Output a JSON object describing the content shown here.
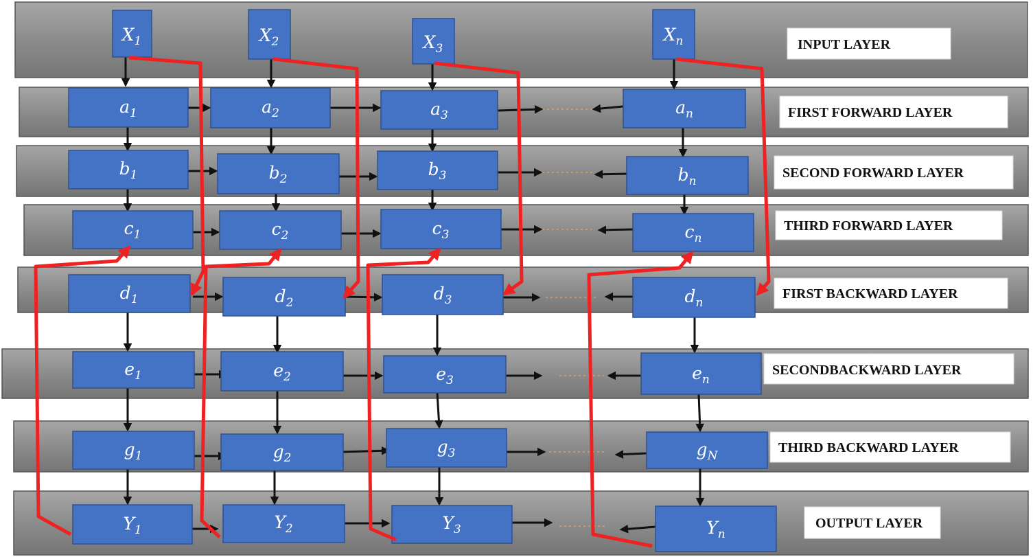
{
  "colors": {
    "node_fill": "#4472c4",
    "band_fill": "#8c8c8c",
    "forward_path": "#ee2222",
    "arrow": "#111111"
  },
  "layers": [
    "INPUT LAYER",
    "FIRST FORWARD LAYER",
    "SECOND FORWARD LAYER",
    "THIRD  FORWARD LAYER",
    "FIRST BACKWARD LAYER",
    "SECONDBACKWARD LAYER",
    "THIRD BACKWARD  LAYER",
    "OUTPUT LAYER"
  ],
  "nodes": {
    "input": [
      {
        "base": "X",
        "sub": "1"
      },
      {
        "base": "X",
        "sub": "2"
      },
      {
        "base": "X",
        "sub": "3"
      },
      {
        "base": "X",
        "sub": "n"
      }
    ],
    "forward1": [
      {
        "base": "a",
        "sub": "1"
      },
      {
        "base": "a",
        "sub": "2"
      },
      {
        "base": "a",
        "sub": "3"
      },
      {
        "base": "a",
        "sub": "n"
      }
    ],
    "forward2": [
      {
        "base": "b",
        "sub": "1"
      },
      {
        "base": "b",
        "sub": "2"
      },
      {
        "base": "b",
        "sub": "3"
      },
      {
        "base": "b",
        "sub": "n"
      }
    ],
    "forward3": [
      {
        "base": "c",
        "sub": "1"
      },
      {
        "base": "c",
        "sub": "2"
      },
      {
        "base": "c",
        "sub": "3"
      },
      {
        "base": "c",
        "sub": "n"
      }
    ],
    "backward1": [
      {
        "base": "d",
        "sub": "1"
      },
      {
        "base": "d",
        "sub": "2"
      },
      {
        "base": "d",
        "sub": "3"
      },
      {
        "base": "d",
        "sub": "n"
      }
    ],
    "backward2": [
      {
        "base": "e",
        "sub": "1"
      },
      {
        "base": "e",
        "sub": "2"
      },
      {
        "base": "e",
        "sub": "3"
      },
      {
        "base": "e",
        "sub": "n"
      }
    ],
    "backward3": [
      {
        "base": "g",
        "sub": "1"
      },
      {
        "base": "g",
        "sub": "2"
      },
      {
        "base": "g",
        "sub": "3"
      },
      {
        "base": "g",
        "sub": "N"
      }
    ],
    "output": [
      {
        "base": "Y",
        "sub": "1"
      },
      {
        "base": "Y",
        "sub": "2"
      },
      {
        "base": "Y",
        "sub": "3"
      },
      {
        "base": "Y",
        "sub": "n"
      }
    ]
  }
}
